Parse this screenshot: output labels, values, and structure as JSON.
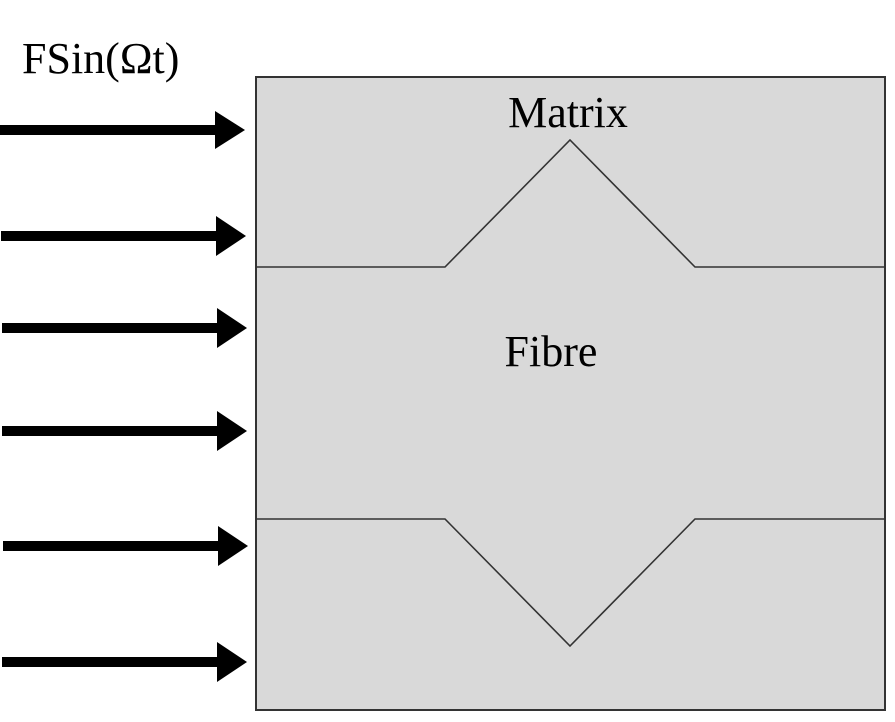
{
  "diagram": {
    "force_label": "FSin(Ωt)",
    "regions": {
      "matrix_label": "Matrix",
      "fibre_label": "Fibre"
    },
    "arrow_count": 6,
    "colors": {
      "box_fill": "#d9d9d9",
      "box_stroke": "#333333",
      "arrow": "#000000",
      "interface_line": "#333333"
    }
  }
}
